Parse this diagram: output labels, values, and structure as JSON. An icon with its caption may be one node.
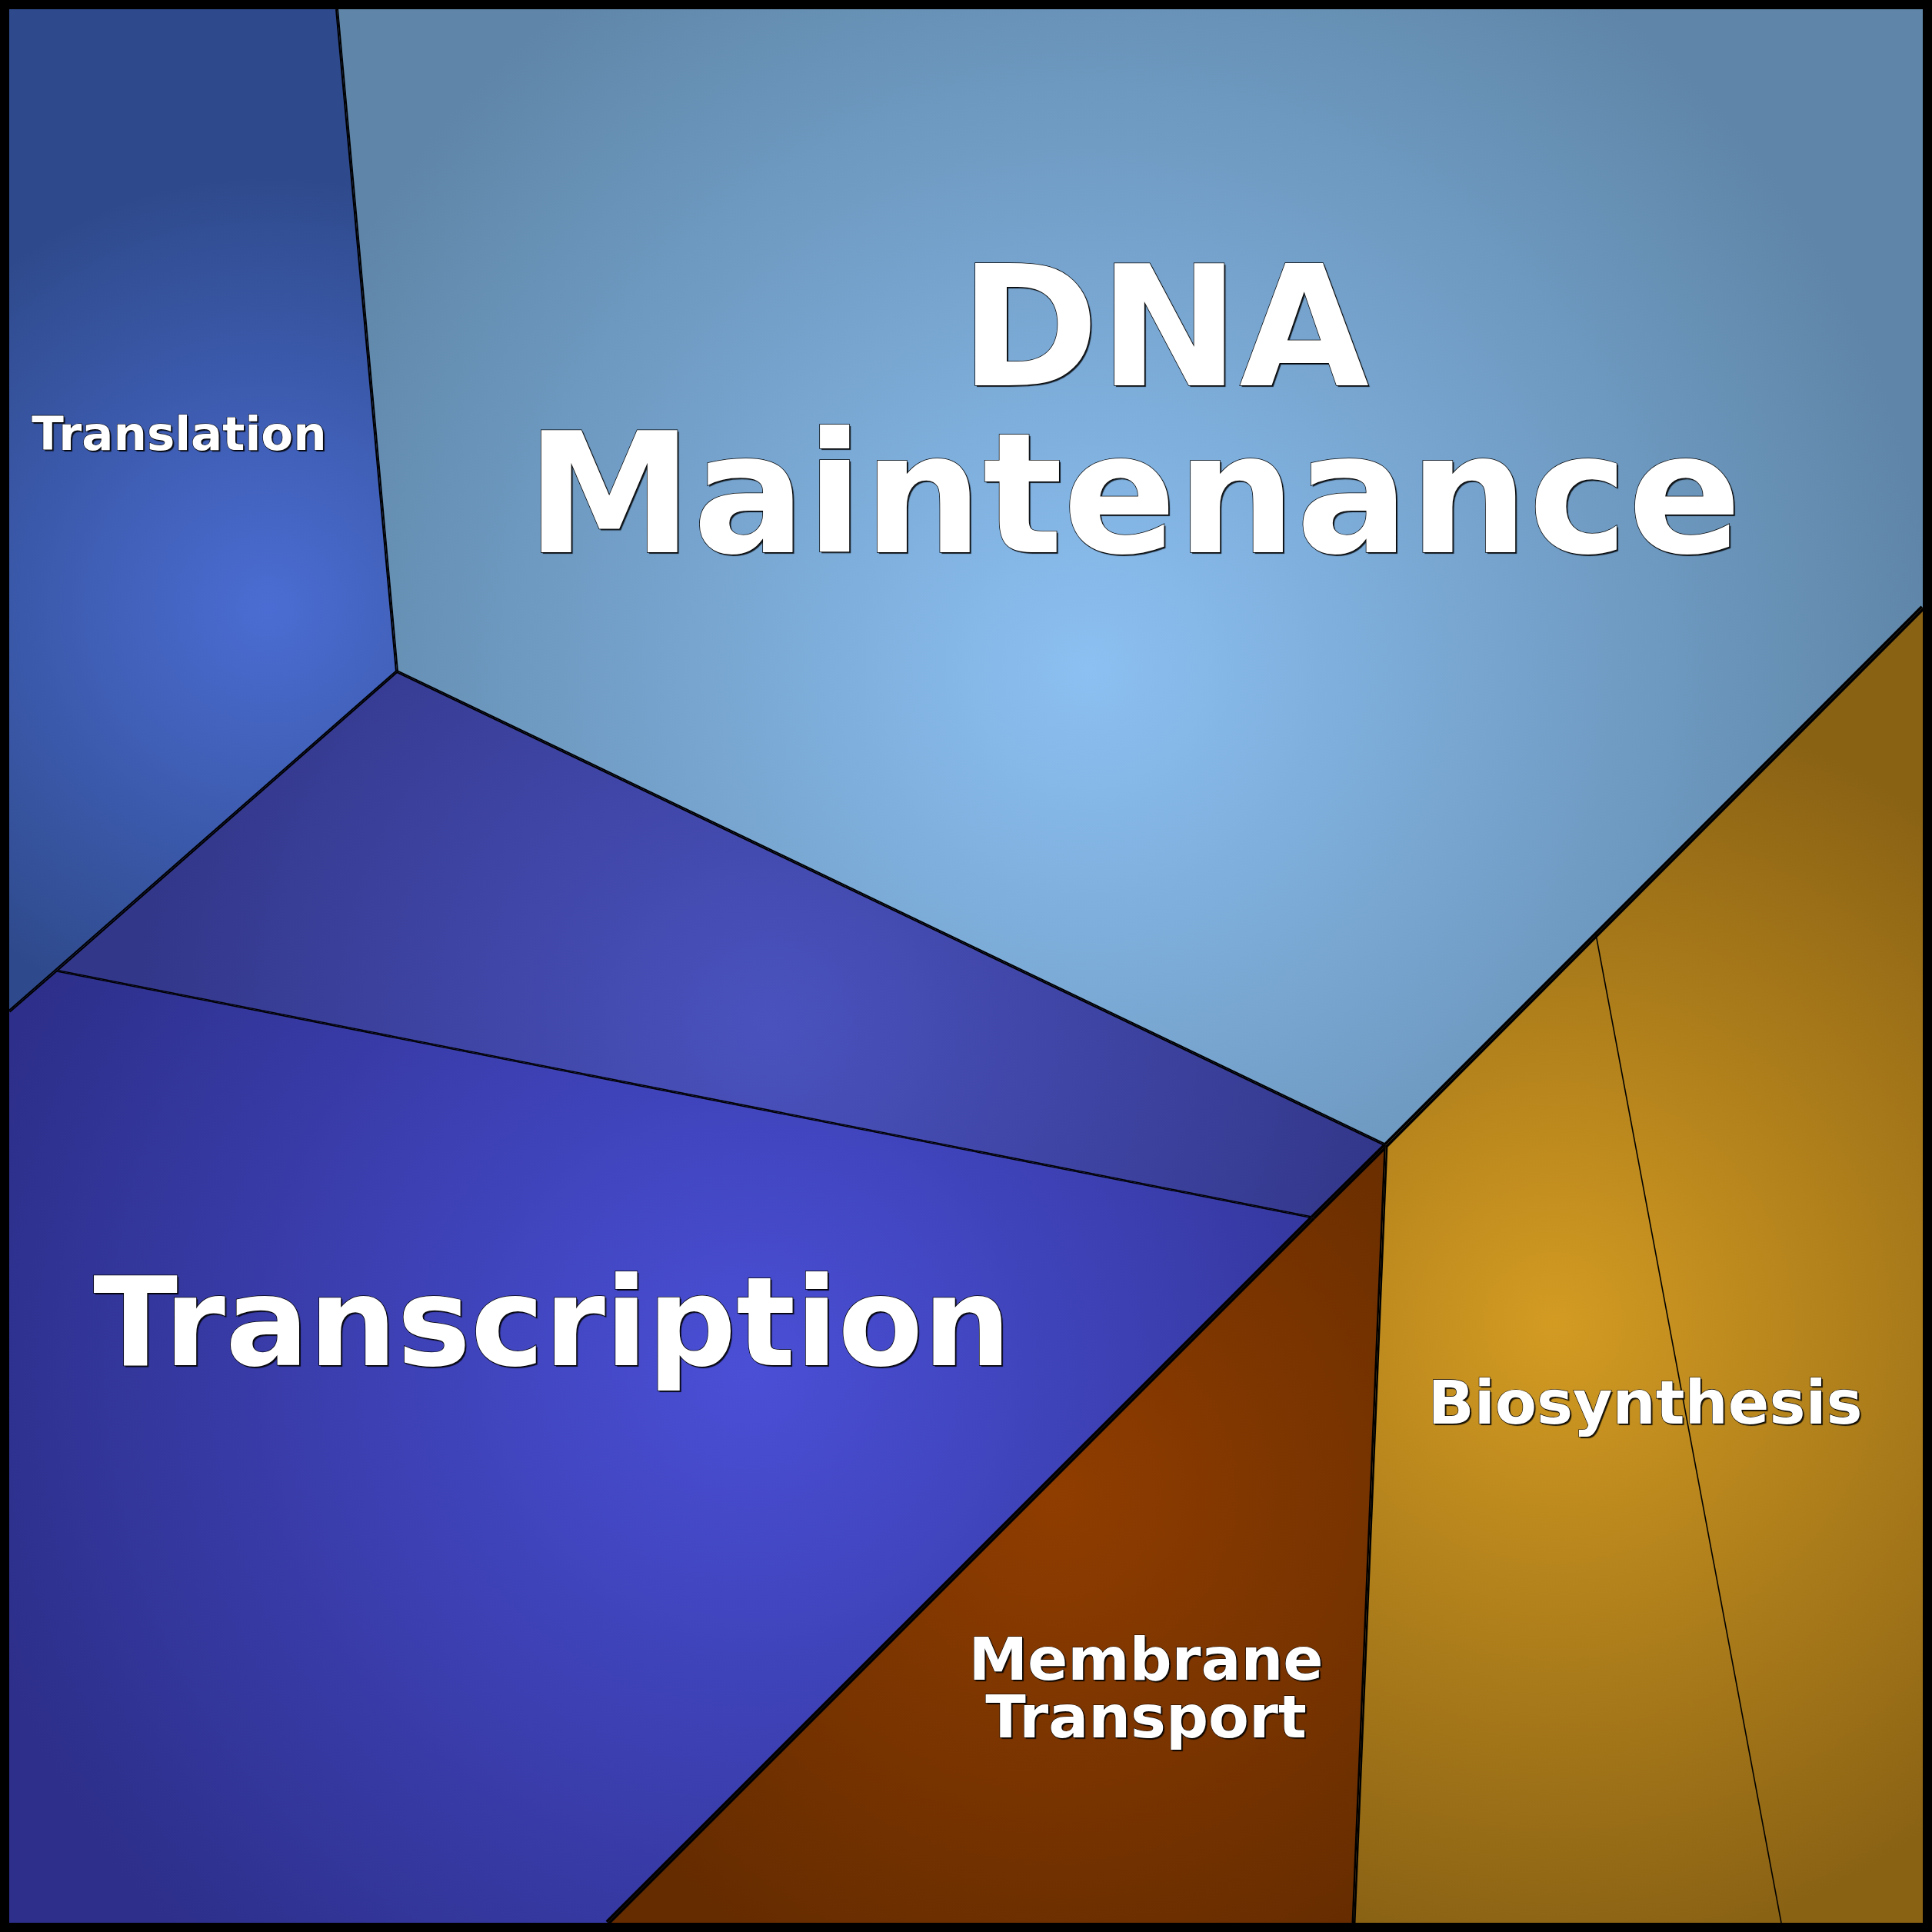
{
  "diagram": {
    "nodes": [
      {
        "text": [
          "Translation"
        ]
      },
      {
        "text": [
          "DNA Maintenance"
        ]
      },
      {
        "text": [],
        "shape": "polygon"
      },
      {
        "text": [
          "Transcription"
        ]
      },
      {
        "text": [
          "Membrane Transport"
        ]
      },
      {
        "text": [
          "Biosynthesis"
        ]
      }
    ]
  }
}
